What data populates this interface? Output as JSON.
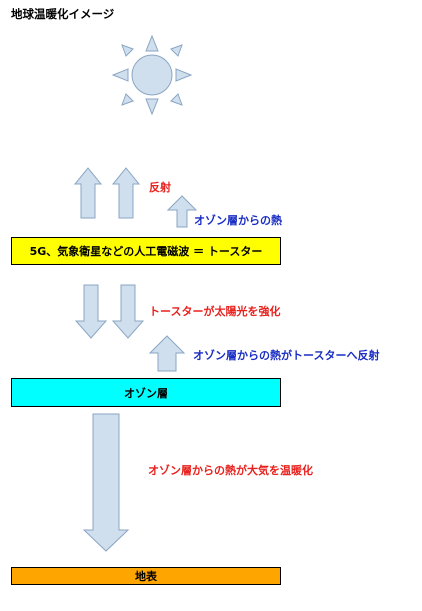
{
  "title": "地球温暖化イメージ",
  "colors": {
    "arrow_fill": "#d0dfee",
    "arrow_stroke": "#8aa6c4",
    "sun_fill": "#d0dfee",
    "toaster_box": "#ffff00",
    "ozone_box": "#00ffff",
    "ground_box": "#ffa500",
    "red_text": "#e8211d",
    "blue_text": "#1a2dc4"
  },
  "labels": {
    "reflect": "反射",
    "ozone_heat_up": "オゾン層からの熱",
    "toaster_strengthens": "トースターが太陽光を強化",
    "ozone_heat_reflect": "オゾン層からの熱がトースターへ反射",
    "ozone_warms_air": "オゾン層からの熱が大気を温暖化"
  },
  "boxes": {
    "toaster": "5G、気象衛星などの人工電磁波 ＝ トースター",
    "ozone": "オゾン層",
    "ground": "地表"
  }
}
